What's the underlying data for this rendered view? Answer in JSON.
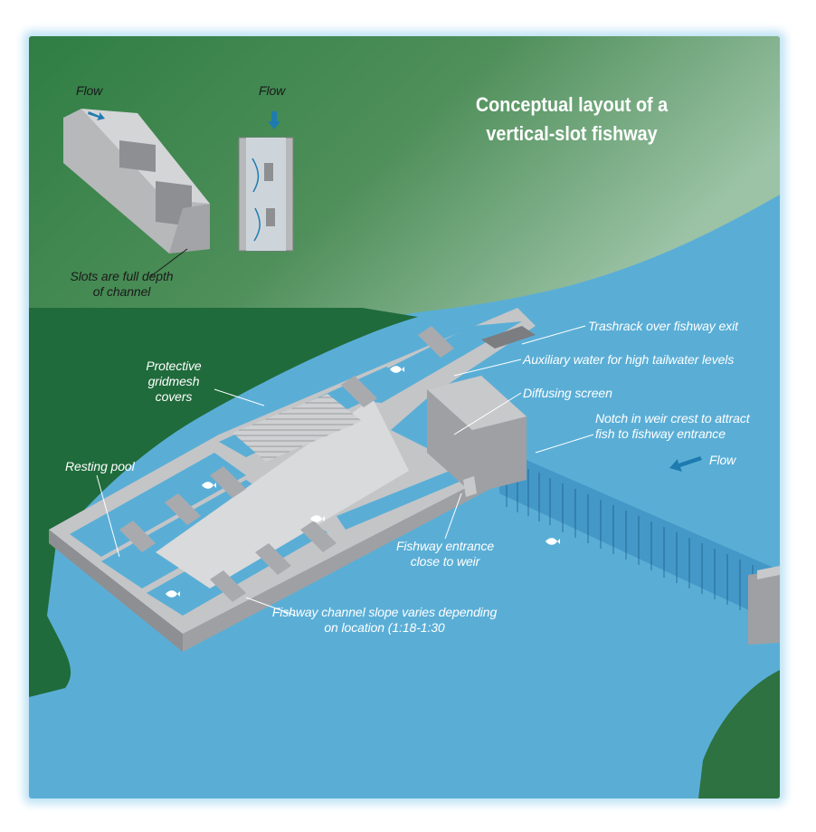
{
  "title": "Conceptual layout of a vertical-slot fishway",
  "inset": {
    "flow_label_left": "Flow",
    "flow_label_right": "Flow",
    "slots_note": "Slots are full depth of channel"
  },
  "callouts": {
    "trashrack": "Trashrack over fishway exit",
    "auxiliary": "Auxiliary water for high tailwater levels",
    "diffusing": "Diffusing screen",
    "notch": "Notch in weir crest to attract fish to fishway entrance",
    "protective": "Protective gridmesh covers",
    "resting": "Resting pool",
    "entrance": "Fishway entrance close to weir",
    "slope": "Fishway channel slope varies depending on location (1:18-1:30",
    "flow_river": "Flow"
  },
  "colors": {
    "water": "#5aaed6",
    "bank_dark": "#1f6b3b",
    "bank_light": "#6a9c6c",
    "concrete": "#b7b8ba",
    "concrete_dark": "#8e8f92",
    "inset_bg": "#f8f4c7",
    "arrow": "#1e7bb0"
  },
  "icons": [
    "flow-arrow-icon",
    "fish-icon"
  ]
}
